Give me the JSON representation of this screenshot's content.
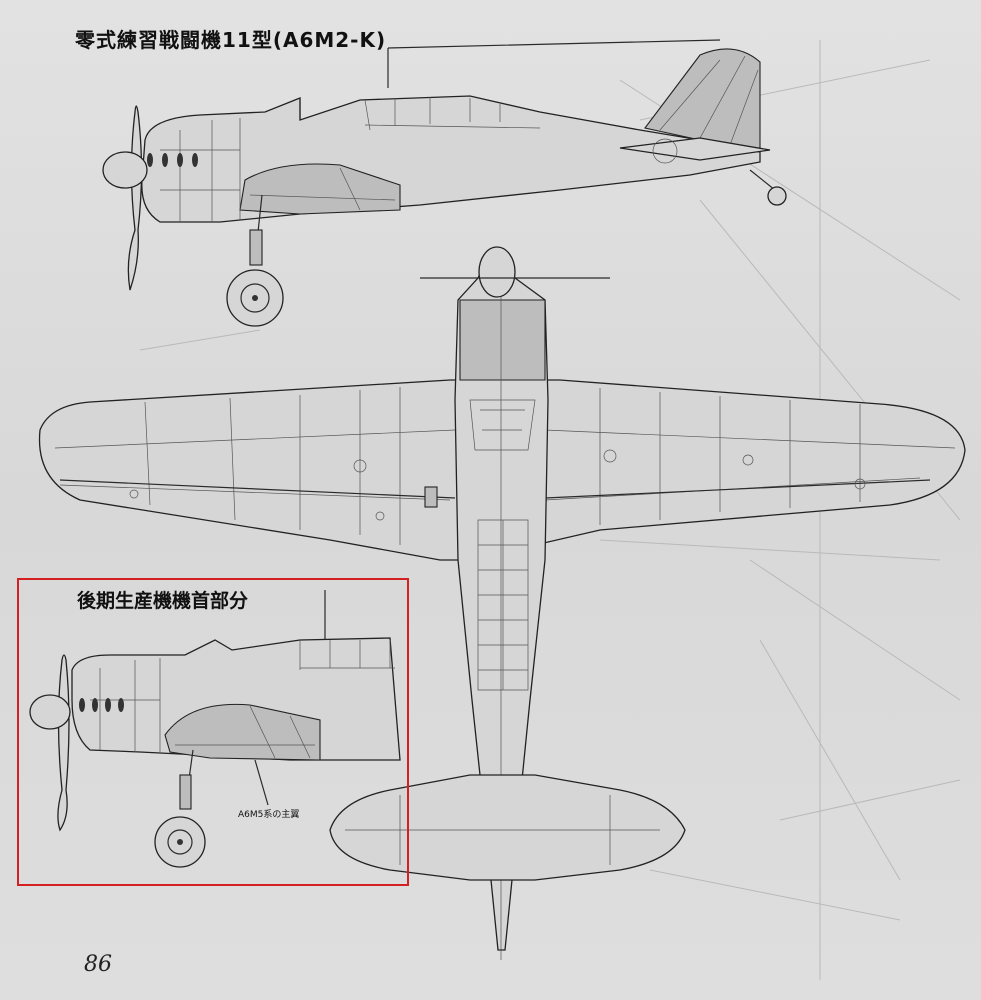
{
  "header": {
    "title": "零式練習戦闘機11型(A6M2-K)"
  },
  "inset": {
    "title": "後期生産機機首部分",
    "callout": "A6M5系の主翼"
  },
  "footer": {
    "page_number": "86"
  },
  "colors": {
    "paper": "#dcdcdc",
    "ink": "#222222",
    "inset_border": "#d42020"
  }
}
